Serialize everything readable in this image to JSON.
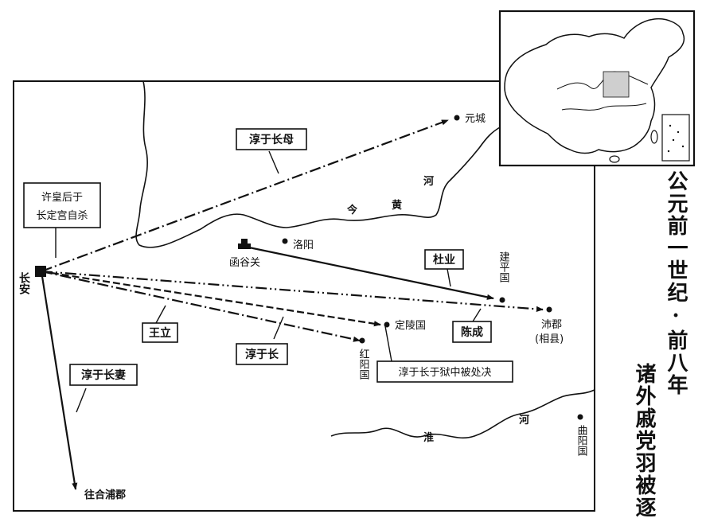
{
  "title": {
    "line1": "公元前一世纪·前八年",
    "line2": "诸外戚党羽被逐"
  },
  "places": {
    "changan": "长安",
    "yuancheng": "元城",
    "luoyang": "洛阳",
    "hanguguan": "函谷关",
    "jianping": "建平国",
    "peijun": "沛郡",
    "peijun_note": "(相县)",
    "dingling": "定陵国",
    "hongyang": "红阳国",
    "quyang": "曲阳国",
    "hepu": "往合浦郡"
  },
  "rivers": {
    "yellow_river": [
      "今",
      "黄",
      "河"
    ],
    "huai_river": [
      "淮",
      "河"
    ]
  },
  "routes": {
    "chunyu_changmu": "淳于长母",
    "du_ye": "杜业",
    "wang_li": "王立",
    "chunyu_chang": "淳于长",
    "chen_cheng": "陈成",
    "chunyu_changqi": "淳于长妻"
  },
  "callouts": {
    "xu_empress_line1": "许皇后于",
    "xu_empress_line2": "长定宫自杀",
    "chunyu_executed": "淳于长于狱中被处决"
  },
  "colors": {
    "ink": "#111111",
    "inset_fill": "#cfcfcf",
    "background": "#ffffff"
  }
}
